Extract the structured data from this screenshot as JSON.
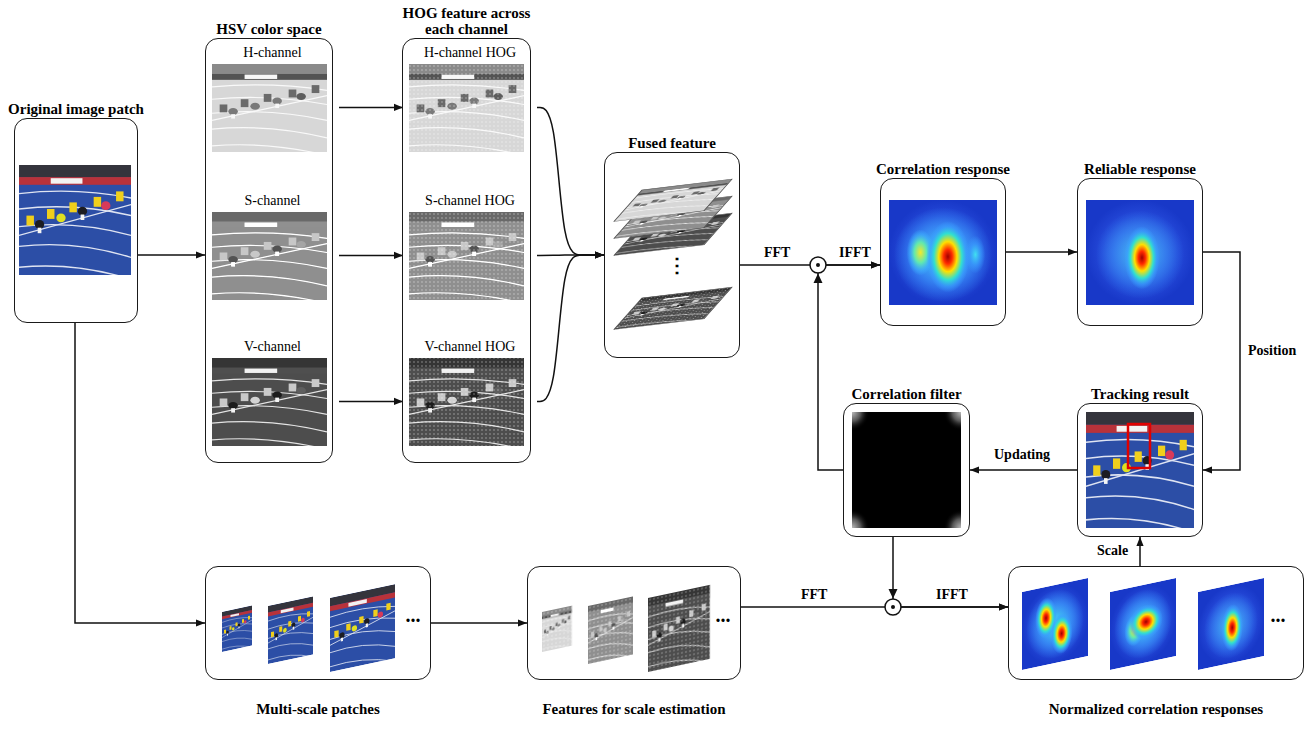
{
  "diagram": {
    "nodes": [
      {
        "text": [
          "Original image patch"
        ]
      },
      {
        "text": [
          "HSV color space"
        ]
      },
      {
        "text": [
          "H-channel"
        ],
        "in": 1
      },
      {
        "text": [
          "S-channel"
        ],
        "in": 1
      },
      {
        "text": [
          "V-channel"
        ],
        "in": 1
      },
      {
        "text": [
          "HOG feature across each channel"
        ]
      },
      {
        "text": [
          "H-channel HOG"
        ],
        "in": 5
      },
      {
        "text": [
          "S-channel HOG"
        ],
        "in": 5
      },
      {
        "text": [
          "V-channel HOG"
        ],
        "in": 5
      },
      {
        "text": [
          "Fused feature",
          "⋮"
        ]
      },
      {
        "text": [
          "Correlation response"
        ]
      },
      {
        "text": [
          "Reliable response"
        ]
      },
      {
        "text": [
          "Correlation filter"
        ]
      },
      {
        "text": [
          "Tracking result"
        ]
      },
      {
        "text": [
          "Multi-scale patches",
          "..."
        ]
      },
      {
        "text": [
          "Features for scale estimation",
          "..."
        ]
      },
      {
        "text": [
          "Normalized correlation responses",
          "..."
        ]
      }
    ],
    "edges": [
      {
        "from": 0,
        "to": 1,
        "arrow": "to"
      },
      {
        "from": 0,
        "to": 14,
        "arrow": "to"
      },
      {
        "from": 2,
        "to": 6,
        "arrow": "to"
      },
      {
        "from": 3,
        "to": 7,
        "arrow": "to"
      },
      {
        "from": 4,
        "to": 8,
        "arrow": "to"
      },
      {
        "from": 6,
        "to": 9,
        "arrow": "to"
      },
      {
        "from": 7,
        "to": 9,
        "arrow": "to"
      },
      {
        "from": 8,
        "to": 9,
        "arrow": "to"
      },
      {
        "from": 9,
        "to": 10,
        "label": "FFT",
        "arrow": "to"
      },
      {
        "from": 12,
        "to": 10,
        "arrow": "to"
      },
      {
        "from": 10,
        "to": 11,
        "arrow": "to"
      },
      {
        "from": 11,
        "to": 13,
        "label": "Position",
        "arrow": "to"
      },
      {
        "from": 16,
        "to": 13,
        "label": "Scale",
        "arrow": "to"
      },
      {
        "from": 13,
        "to": 12,
        "label": "Updating",
        "arrow": "to"
      },
      {
        "from": 14,
        "to": 15,
        "arrow": "to"
      },
      {
        "from": 15,
        "to": 16,
        "label": "FFT",
        "arrow": "to"
      },
      {
        "from": 12,
        "to": 16,
        "arrow": "to"
      }
    ],
    "labels": [
      "IFFT",
      "IFFT"
    ]
  }
}
